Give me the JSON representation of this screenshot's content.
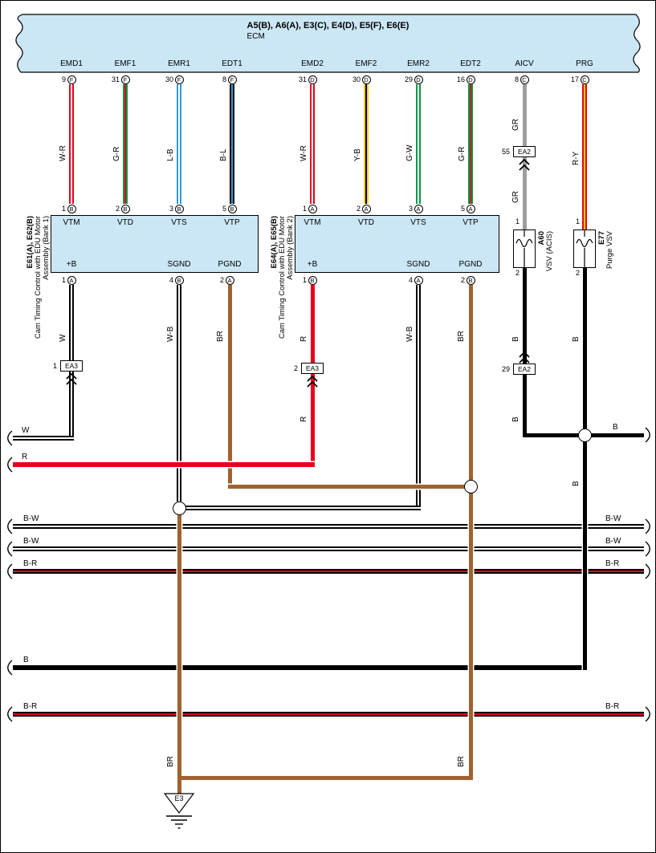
{
  "colors": {
    "panel_blue": "#cbe6f5",
    "red": "#e8001f",
    "green": "#009a44",
    "blue": "#2e9bd6",
    "yellow": "#ffd200",
    "gray": "#9c9e9f",
    "brown": "#a0622d",
    "black": "#000000"
  },
  "ecm": {
    "title": "A5(B), A6(A), E3(C), E4(D), E5(F), E6(E)",
    "name": "ECM",
    "pins": [
      {
        "name": "EMD1",
        "num": "9",
        "conn": "F",
        "wire": "W-R"
      },
      {
        "name": "EMF1",
        "num": "31",
        "conn": "F",
        "wire": "G-R"
      },
      {
        "name": "EMR1",
        "num": "30",
        "conn": "F",
        "wire": "L-B"
      },
      {
        "name": "EDT1",
        "num": "8",
        "conn": "F",
        "wire": "B-L"
      },
      {
        "name": "EMD2",
        "num": "31",
        "conn": "D",
        "wire": "W-R"
      },
      {
        "name": "EMF2",
        "num": "30",
        "conn": "D",
        "wire": "Y-B"
      },
      {
        "name": "EMR2",
        "num": "29",
        "conn": "D",
        "wire": "G-W"
      },
      {
        "name": "EDT2",
        "num": "16",
        "conn": "D",
        "wire": "G-R"
      },
      {
        "name": "AICV",
        "num": "8",
        "conn": "C",
        "wire": "GR"
      },
      {
        "name": "PRG",
        "num": "17",
        "conn": "C",
        "wire": "R-Y"
      }
    ]
  },
  "bank1": {
    "code": "E61(A), E62(B)",
    "desc_line1": "Cam Timing Control with EDU Motor",
    "desc_line2": "Assembly (Bank 1)",
    "top_pins": [
      {
        "num": "1",
        "conn": "B",
        "name": "VTM"
      },
      {
        "num": "2",
        "conn": "B",
        "name": "VTD"
      },
      {
        "num": "3",
        "conn": "B",
        "name": "VTS"
      },
      {
        "num": "5",
        "conn": "B",
        "name": "VTP"
      }
    ],
    "bottom_pins": [
      {
        "num": "1",
        "conn": "A",
        "name": "+B"
      },
      {
        "num": "4",
        "conn": "B",
        "name": "SGND"
      },
      {
        "num": "2",
        "conn": "A",
        "name": "PGND"
      }
    ]
  },
  "bank2": {
    "code": "E64(A), E65(B)",
    "desc_line1": "Cam Timing Control with EDU Motor",
    "desc_line2": "Assembly (Bank 2)",
    "top_pins": [
      {
        "num": "1",
        "conn": "A",
        "name": "VTM"
      },
      {
        "num": "2",
        "conn": "A",
        "name": "VTD"
      },
      {
        "num": "3",
        "conn": "A",
        "name": "VTS"
      },
      {
        "num": "5",
        "conn": "A",
        "name": "VTP"
      }
    ],
    "bottom_pins": [
      {
        "num": "1",
        "conn": "B",
        "name": "+B"
      },
      {
        "num": "4",
        "conn": "A",
        "name": "SGND"
      },
      {
        "num": "2",
        "conn": "B",
        "name": "PGND"
      }
    ]
  },
  "vsv1": {
    "code": "A60",
    "desc": "VSV (ACIS)",
    "pin_top": "1",
    "pin_bottom": "2"
  },
  "vsv2": {
    "code": "E77",
    "desc": "Purge VSV",
    "pin_top": "1",
    "pin_bottom": "2"
  },
  "connectors": {
    "ea3_1": {
      "num": "1",
      "label": "EA3"
    },
    "ea3_2": {
      "num": "2",
      "label": "EA3"
    },
    "ea2_55": {
      "num": "55",
      "label": "EA2"
    },
    "ea2_29": {
      "num": "29",
      "label": "EA2"
    }
  },
  "wires": {
    "w": "W",
    "r": "R",
    "wb": "W-B",
    "br": "BR",
    "b": "B",
    "gr": "GR",
    "bw": "B-W",
    "b_r": "B-R"
  },
  "ground": {
    "code": "E3"
  }
}
